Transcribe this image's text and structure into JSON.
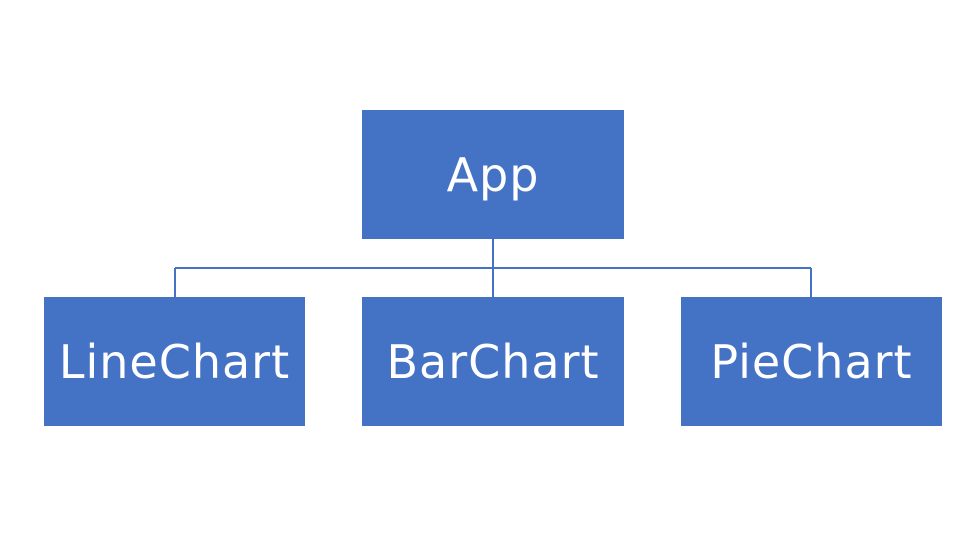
{
  "diagram": {
    "root": {
      "label": "App"
    },
    "children": [
      {
        "label": "LineChart"
      },
      {
        "label": "BarChart"
      },
      {
        "label": "PieChart"
      }
    ]
  },
  "colors": {
    "node_fill": "#4472c4",
    "node_text": "#ffffff",
    "connector": "#4472c4",
    "background": "#ffffff"
  }
}
